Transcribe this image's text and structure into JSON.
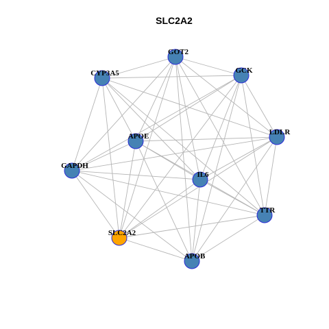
{
  "title": "SLC2A2",
  "colors": {
    "node_default": "#4682b4",
    "node_highlight": "#ffa500",
    "node_border": "#2b2bd6",
    "edge": "#b4b4b4"
  },
  "nodes": [
    {
      "id": "GOT2",
      "label": "GOT2",
      "highlight": false
    },
    {
      "id": "CYP3A5",
      "label": "CYP3A5",
      "highlight": false
    },
    {
      "id": "GCK",
      "label": "GCK",
      "highlight": false
    },
    {
      "id": "LDLR",
      "label": "LDLR",
      "highlight": false
    },
    {
      "id": "APOE",
      "label": "APOE",
      "highlight": false
    },
    {
      "id": "GAPDH",
      "label": "GAPDH",
      "highlight": false
    },
    {
      "id": "IL6",
      "label": "IL6",
      "highlight": false
    },
    {
      "id": "TTR",
      "label": "TTR",
      "highlight": false
    },
    {
      "id": "SLC2A2",
      "label": "SLC2A2",
      "highlight": true
    },
    {
      "id": "APOB",
      "label": "APOB",
      "highlight": false
    }
  ],
  "edges": [
    [
      "GOT2",
      "CYP3A5"
    ],
    [
      "GOT2",
      "GCK"
    ],
    [
      "GOT2",
      "LDLR"
    ],
    [
      "GOT2",
      "APOE"
    ],
    [
      "GOT2",
      "GAPDH"
    ],
    [
      "GOT2",
      "IL6"
    ],
    [
      "GOT2",
      "TTR"
    ],
    [
      "GOT2",
      "SLC2A2"
    ],
    [
      "GOT2",
      "APOB"
    ],
    [
      "CYP3A5",
      "GCK"
    ],
    [
      "CYP3A5",
      "LDLR"
    ],
    [
      "CYP3A5",
      "APOE"
    ],
    [
      "CYP3A5",
      "GAPDH"
    ],
    [
      "CYP3A5",
      "IL6"
    ],
    [
      "CYP3A5",
      "TTR"
    ],
    [
      "CYP3A5",
      "SLC2A2"
    ],
    [
      "GCK",
      "LDLR"
    ],
    [
      "GCK",
      "APOE"
    ],
    [
      "GCK",
      "GAPDH"
    ],
    [
      "GCK",
      "IL6"
    ],
    [
      "GCK",
      "TTR"
    ],
    [
      "GCK",
      "SLC2A2"
    ],
    [
      "GCK",
      "APOB"
    ],
    [
      "LDLR",
      "APOE"
    ],
    [
      "LDLR",
      "GAPDH"
    ],
    [
      "LDLR",
      "IL6"
    ],
    [
      "LDLR",
      "TTR"
    ],
    [
      "LDLR",
      "SLC2A2"
    ],
    [
      "LDLR",
      "APOB"
    ],
    [
      "APOE",
      "GAPDH"
    ],
    [
      "APOE",
      "IL6"
    ],
    [
      "APOE",
      "TTR"
    ],
    [
      "APOE",
      "SLC2A2"
    ],
    [
      "APOE",
      "APOB"
    ],
    [
      "GAPDH",
      "IL6"
    ],
    [
      "GAPDH",
      "TTR"
    ],
    [
      "GAPDH",
      "SLC2A2"
    ],
    [
      "GAPDH",
      "APOB"
    ],
    [
      "IL6",
      "TTR"
    ],
    [
      "IL6",
      "SLC2A2"
    ],
    [
      "IL6",
      "APOB"
    ],
    [
      "TTR",
      "SLC2A2"
    ],
    [
      "TTR",
      "APOB"
    ],
    [
      "SLC2A2",
      "APOB"
    ]
  ]
}
